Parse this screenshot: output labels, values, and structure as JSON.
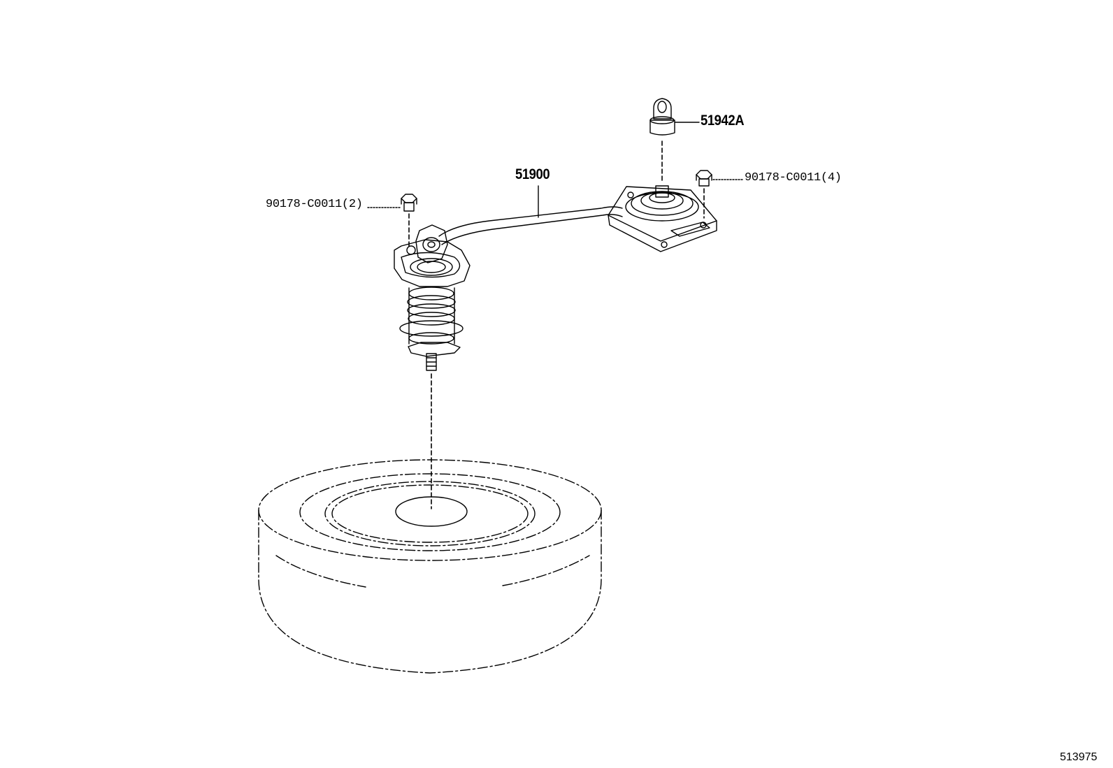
{
  "parts": {
    "carrier_assy": "51900",
    "handle": "51942A",
    "bolt_left": "90178-C0011(2)",
    "bolt_right": "90178-C0011(4)"
  },
  "illustration_number": "513975"
}
